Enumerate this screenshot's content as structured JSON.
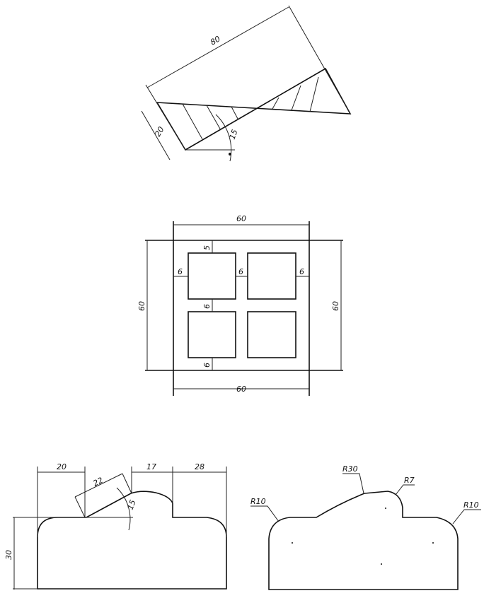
{
  "drawing1": {
    "length": "80",
    "width": "20",
    "angle": "15"
  },
  "drawing2": {
    "top": "60",
    "bottom": "60",
    "left": "60",
    "right": "60",
    "gap_top": "5",
    "gap_middle_v": "6",
    "gap_bottom": "6",
    "gap_left": "6",
    "gap_middle_h": "6",
    "gap_right": "6"
  },
  "drawing3": {
    "d1": "20",
    "d2": "22",
    "d3": "17",
    "d4": "28",
    "height": "30",
    "angle": "15"
  },
  "drawing4": {
    "r1": "R10",
    "r2": "R30",
    "r3": "R7",
    "r4": "R10"
  }
}
